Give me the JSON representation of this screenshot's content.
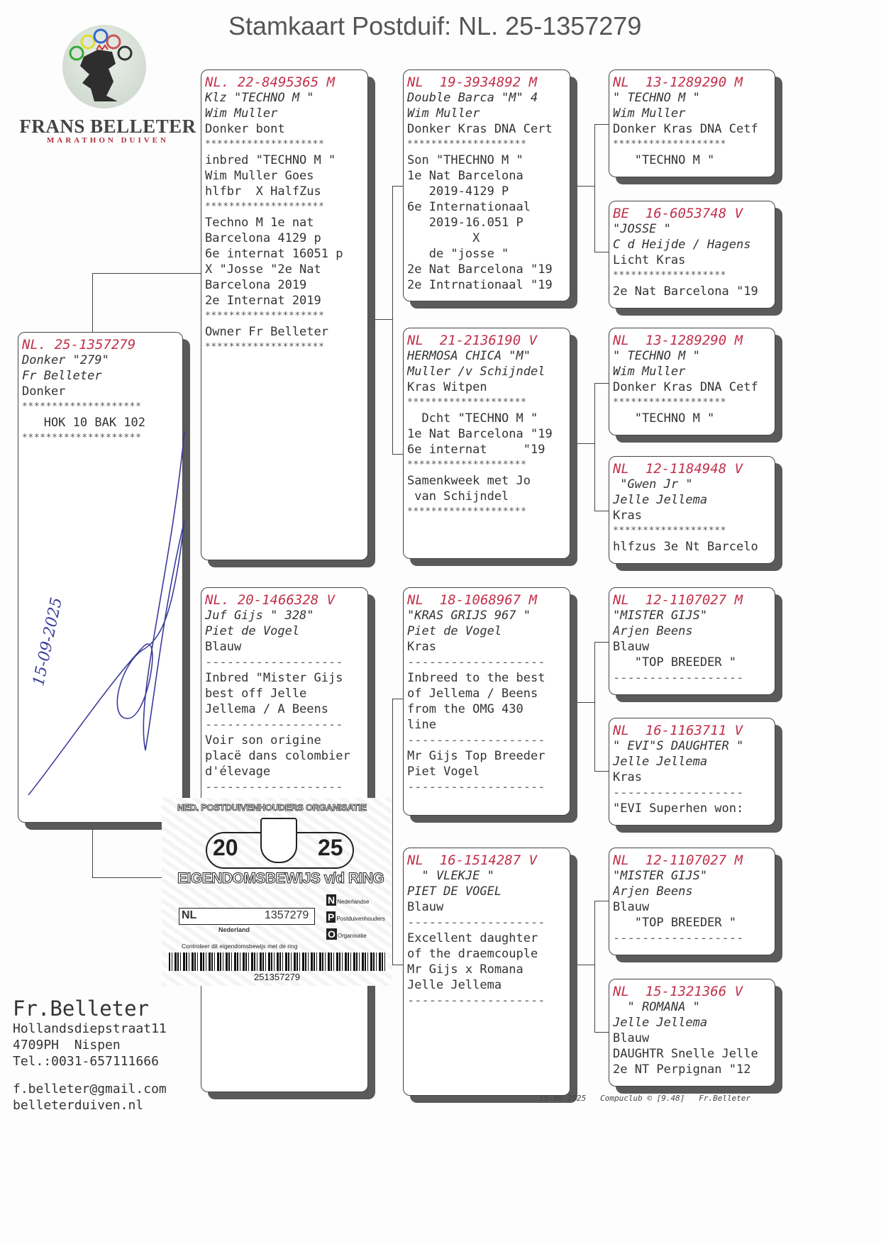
{
  "title": "Stamkaart Postduif: NL. 25-1357279",
  "logo": {
    "name": "FRANS BELLETER",
    "subtitle": "MARATHON DUIVEN"
  },
  "boxes": {
    "subject": [
      {
        "t": "NL. 25-1357279",
        "s": "id"
      },
      {
        "t": "Donker \"279\"",
        "s": "i"
      },
      {
        "t": "Fr Belleter",
        "s": "i"
      },
      {
        "t": "Donker",
        "s": "n"
      },
      {
        "t": "********************",
        "s": "sep"
      },
      {
        "t": "   HOK 10 BAK 102",
        "s": "n"
      },
      {
        "t": "********************",
        "s": "sep"
      }
    ],
    "sire": [
      {
        "t": "NL. 22-8495365 M",
        "s": "id"
      },
      {
        "t": "Klz \"TECHNO M \"",
        "s": "i"
      },
      {
        "t": "Wim Muller",
        "s": "i"
      },
      {
        "t": "Donker bont",
        "s": "n"
      },
      {
        "t": "********************",
        "s": "sep"
      },
      {
        "t": "inbred \"TECHNO M \"",
        "s": "n"
      },
      {
        "t": "Wim Muller Goes",
        "s": "n"
      },
      {
        "t": "hlfbr  X HalfZus",
        "s": "n"
      },
      {
        "t": "********************",
        "s": "sep"
      },
      {
        "t": "Techno M 1e nat",
        "s": "n"
      },
      {
        "t": "Barcelona 4129 p",
        "s": "n"
      },
      {
        "t": "6e internat 16051 p",
        "s": "n"
      },
      {
        "t": "X \"Josse \"2e Nat",
        "s": "n"
      },
      {
        "t": "Barcelona 2019",
        "s": "n"
      },
      {
        "t": "2e Internat 2019",
        "s": "n"
      },
      {
        "t": "********************",
        "s": "sep"
      },
      {
        "t": "Owner Fr Belleter",
        "s": "n"
      },
      {
        "t": "********************",
        "s": "sep"
      }
    ],
    "dam": [
      {
        "t": "NL. 20-1466328 V",
        "s": "id"
      },
      {
        "t": "Juf Gijs \" 328\"",
        "s": "i"
      },
      {
        "t": "Piet de Vogel",
        "s": "i"
      },
      {
        "t": "Blauw",
        "s": "n"
      },
      {
        "t": "-------------------",
        "s": "dash"
      },
      {
        "t": "Inbred \"Mister Gijs",
        "s": "n"
      },
      {
        "t": "best off Jelle",
        "s": "n"
      },
      {
        "t": "Jellema / A Beens",
        "s": "n"
      },
      {
        "t": "-------------------",
        "s": "dash"
      },
      {
        "t": "Voir son origine",
        "s": "n"
      },
      {
        "t": "placë dans colombier",
        "s": "n"
      },
      {
        "t": "d'élevage",
        "s": "n"
      },
      {
        "t": "-------------------",
        "s": "dash"
      }
    ],
    "ss": [
      {
        "t": "NL  19-3934892 M",
        "s": "id"
      },
      {
        "t": "Double Barca \"M\" 4",
        "s": "i"
      },
      {
        "t": "Wim Muller",
        "s": "i"
      },
      {
        "t": "Donker Kras DNA Cert",
        "s": "n"
      },
      {
        "t": "********************",
        "s": "sep"
      },
      {
        "t": "Son \"THECHNO M \"",
        "s": "n"
      },
      {
        "t": "1e Nat Barcelona",
        "s": "n"
      },
      {
        "t": "   2019-4129 P",
        "s": "n"
      },
      {
        "t": "6e Internationaal",
        "s": "n"
      },
      {
        "t": "   2019-16.051 P",
        "s": "n"
      },
      {
        "t": "         X",
        "s": "n"
      },
      {
        "t": "   de \"josse \"",
        "s": "n"
      },
      {
        "t": "2e Nat Barcelona \"19",
        "s": "n"
      },
      {
        "t": "2e Intrnationaal \"19",
        "s": "n"
      }
    ],
    "sd": [
      {
        "t": "NL  21-2136190 V",
        "s": "id"
      },
      {
        "t": "HERMOSA CHICA \"M\"",
        "s": "i"
      },
      {
        "t": "Muller /v Schijndel",
        "s": "i"
      },
      {
        "t": "Kras Witpen",
        "s": "n"
      },
      {
        "t": "********************",
        "s": "sep"
      },
      {
        "t": "  Dcht \"TECHNO M \"",
        "s": "n"
      },
      {
        "t": "1e Nat Barcelona \"19",
        "s": "n"
      },
      {
        "t": "6e internat     \"19",
        "s": "n"
      },
      {
        "t": "********************",
        "s": "sep"
      },
      {
        "t": "Samenkweek met Jo",
        "s": "n"
      },
      {
        "t": " van Schijndel",
        "s": "n"
      },
      {
        "t": "********************",
        "s": "sep"
      }
    ],
    "ds": [
      {
        "t": "NL  18-1068967 M",
        "s": "id"
      },
      {
        "t": "\"KRAS GRIJS 967 \"",
        "s": "i"
      },
      {
        "t": "Piet de Vogel",
        "s": "i"
      },
      {
        "t": "Kras",
        "s": "n"
      },
      {
        "t": "-------------------",
        "s": "dash"
      },
      {
        "t": "Inbreed to the best",
        "s": "n"
      },
      {
        "t": "of Jellema / Beens",
        "s": "n"
      },
      {
        "t": "from the OMG 430",
        "s": "n"
      },
      {
        "t": "line",
        "s": "n"
      },
      {
        "t": "-------------------",
        "s": "dash"
      },
      {
        "t": "Mr Gijs Top Breeder",
        "s": "n"
      },
      {
        "t": "Piet Vogel",
        "s": "n"
      },
      {
        "t": "-------------------",
        "s": "dash"
      }
    ],
    "dd": [
      {
        "t": "NL  16-1514287 V",
        "s": "id"
      },
      {
        "t": "  \" VLEKJE \"",
        "s": "i"
      },
      {
        "t": "PIET DE VOGEL",
        "s": "i"
      },
      {
        "t": "Blauw",
        "s": "n"
      },
      {
        "t": "-------------------",
        "s": "dash"
      },
      {
        "t": "Excellent daughter",
        "s": "n"
      },
      {
        "t": "of the draemcouple",
        "s": "n"
      },
      {
        "t": "Mr Gijs x Romana",
        "s": "n"
      },
      {
        "t": "Jelle Jellema",
        "s": "n"
      },
      {
        "t": "-------------------",
        "s": "dash"
      }
    ],
    "g4a": [
      {
        "t": "NL  13-1289290 M",
        "s": "id"
      },
      {
        "t": "\" TECHNO M \"",
        "s": "i"
      },
      {
        "t": "Wim Muller",
        "s": "i"
      },
      {
        "t": "Donker Kras DNA Cetf",
        "s": "n"
      },
      {
        "t": "*******************",
        "s": "sep"
      },
      {
        "t": "   \"TECHNO M \"",
        "s": "n"
      }
    ],
    "g4b": [
      {
        "t": "BE  16-6053748 V",
        "s": "id"
      },
      {
        "t": "\"JOSSE \"",
        "s": "i"
      },
      {
        "t": "C d Heijde / Hagens",
        "s": "i"
      },
      {
        "t": "Licht Kras",
        "s": "n"
      },
      {
        "t": "*******************",
        "s": "sep"
      },
      {
        "t": "2e Nat Barcelona \"19",
        "s": "n"
      }
    ],
    "g4c": [
      {
        "t": "NL  13-1289290 M",
        "s": "id"
      },
      {
        "t": "\" TECHNO M \"",
        "s": "i"
      },
      {
        "t": "Wim Muller",
        "s": "i"
      },
      {
        "t": "Donker Kras DNA Cetf",
        "s": "n"
      },
      {
        "t": "*******************",
        "s": "sep"
      },
      {
        "t": "   \"TECHNO M \"",
        "s": "n"
      }
    ],
    "g4d": [
      {
        "t": "NL  12-1184948 V",
        "s": "id"
      },
      {
        "t": " \"Gwen Jr \"",
        "s": "i"
      },
      {
        "t": "Jelle Jellema",
        "s": "i"
      },
      {
        "t": "Kras",
        "s": "n"
      },
      {
        "t": "*******************",
        "s": "sep"
      },
      {
        "t": "hlfzus 3e Nt Barcelo",
        "s": "n"
      }
    ],
    "g4e": [
      {
        "t": "NL  12-1107027 M",
        "s": "id"
      },
      {
        "t": "\"MISTER GIJS\"",
        "s": "i"
      },
      {
        "t": "Arjen Beens",
        "s": "i"
      },
      {
        "t": "Blauw",
        "s": "n"
      },
      {
        "t": "   \"TOP BREEDER \"",
        "s": "n"
      },
      {
        "t": "------------------",
        "s": "dash"
      }
    ],
    "g4f": [
      {
        "t": "NL  16-1163711 V",
        "s": "id"
      },
      {
        "t": "\" EVI\"S DAUGHTER \"",
        "s": "i"
      },
      {
        "t": "Jelle Jellema",
        "s": "i"
      },
      {
        "t": "Kras",
        "s": "n"
      },
      {
        "t": "------------------",
        "s": "dash"
      },
      {
        "t": "\"EVI Superhen won:",
        "s": "n"
      }
    ],
    "g4g": [
      {
        "t": "NL  12-1107027 M",
        "s": "id"
      },
      {
        "t": "\"MISTER GIJS\"",
        "s": "i"
      },
      {
        "t": "Arjen Beens",
        "s": "i"
      },
      {
        "t": "Blauw",
        "s": "n"
      },
      {
        "t": "   \"TOP BREEDER \"",
        "s": "n"
      },
      {
        "t": "------------------",
        "s": "dash"
      }
    ],
    "g4h": [
      {
        "t": "NL  15-1321366 V",
        "s": "id"
      },
      {
        "t": "  \" ROMANA \"",
        "s": "i"
      },
      {
        "t": "Jelle Jellema",
        "s": "i"
      },
      {
        "t": "Blauw",
        "s": "n"
      },
      {
        "t": "DAUGHTR Snelle Jelle",
        "s": "n"
      },
      {
        "t": "2e NT Perpignan \"12",
        "s": "n"
      }
    ]
  },
  "ring_card": {
    "header": "NED. POSTDUIVENHOUDERS ORGANISATIE",
    "year_left": "20",
    "year_right": "25",
    "heading": "EIGENDOMSBEWIJS v/d RING",
    "country": "NL",
    "ring_number": "1357279",
    "region": "Nederland",
    "org_lines": [
      "Nederlandse",
      "Postduivenhouders",
      "Organisatie"
    ],
    "control_text": "Controleer dit eigendomsbewijs met de ring",
    "barcode_number": "251357279"
  },
  "handwritten_date": "15-09-2025",
  "address": {
    "name": "Fr.Belleter",
    "street": "Hollandsdiepstraat11",
    "city": "4709PH  Nispen",
    "phone": "Tel.:0031-657111666",
    "email": "f.belleter@gmail.com",
    "website": "belleterduiven.nl"
  },
  "footer": {
    "date": "15-09-2025",
    "software": "Compuclub © [9.48]",
    "owner": "Fr.Belleter"
  },
  "colors": {
    "accent_red": "#c0304a"
  }
}
